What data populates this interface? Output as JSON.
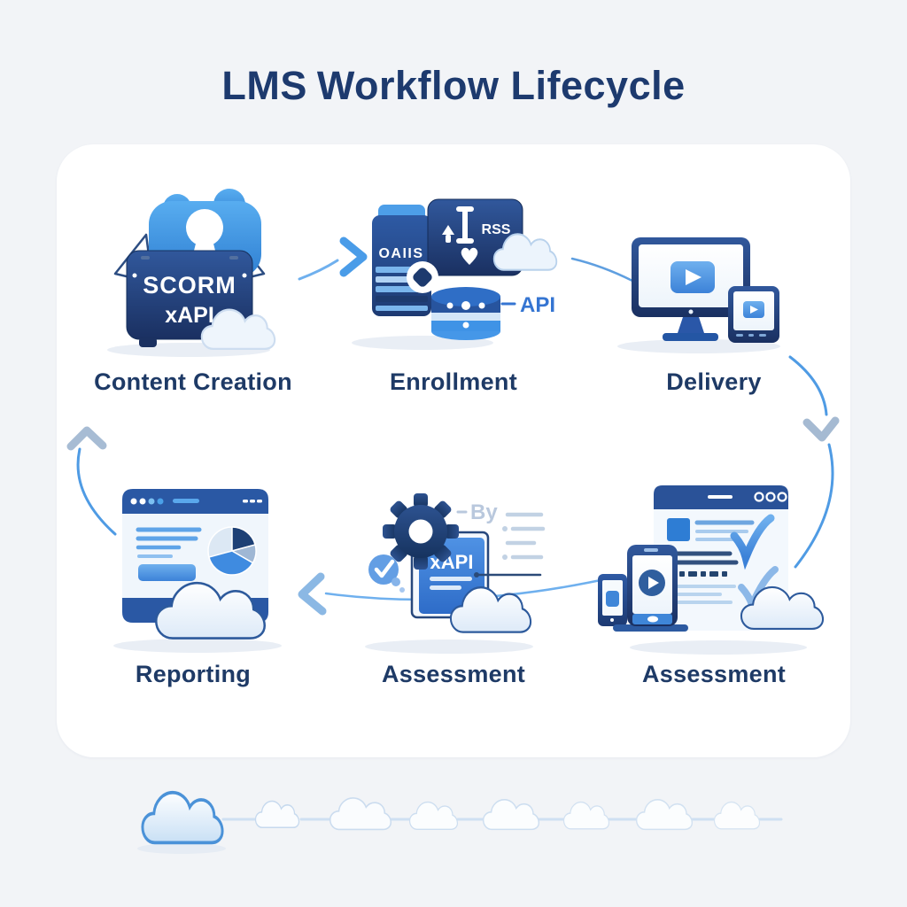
{
  "title": {
    "bold": "LMS",
    "regular": "Workflow Lifecycle"
  },
  "stages": [
    {
      "label": "Content Creation",
      "box_line1": "SCORM",
      "box_line2": "xAPI"
    },
    {
      "label": "Enrollment",
      "server_text": "OAIIS",
      "panel_text": "RSS",
      "api_label": "API"
    },
    {
      "label": "Delivery"
    },
    {
      "label": "Reporting"
    },
    {
      "label": "Assessment",
      "doc_text": "xAPI",
      "annotation": "By"
    },
    {
      "label": "Assessment"
    }
  ],
  "colors": {
    "page_background": "#f2f4f7",
    "card_background": "#ffffff",
    "heading_navy": "#1d3a6e",
    "label_navy": "#1e3a66",
    "arrow_blue": "#5aa4ea",
    "arrowhead_gray": "#a5bad2",
    "accent_blue": "#3f8be0",
    "api_blue": "#3575d2"
  }
}
